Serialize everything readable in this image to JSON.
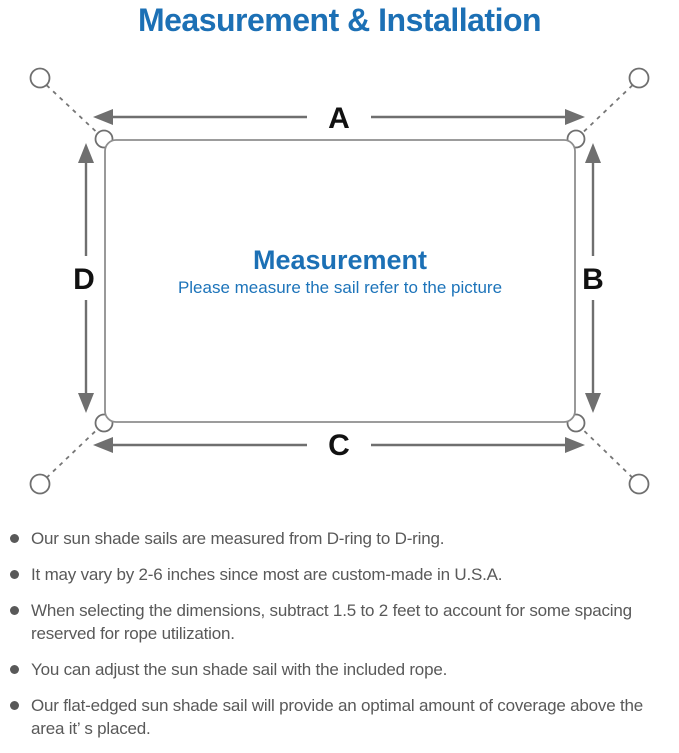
{
  "title": "Measurement & Installation",
  "diagram": {
    "labels": {
      "top": "A",
      "right": "B",
      "bottom": "C",
      "left": "D"
    },
    "center": {
      "heading": "Measurement",
      "subheading": "Please measure the sail refer to the picture"
    }
  },
  "notes": {
    "items": [
      "Our sun shade sails are measured from D-ring to D-ring.",
      "It may vary by 2-6 inches since most are custom-made in U.S.A.",
      "When selecting the dimensions, subtract 1.5 to 2 feet to account for some spacing reserved for rope utilization.",
      "You can adjust the sun shade sail with the included rope.",
      "Our flat-edged sun shade sail will provide an optimal amount of coverage above the area it’ s placed."
    ]
  },
  "colors": {
    "accent_blue": "#1c70b5",
    "line_gray": "#6f6f6f",
    "border_gray": "#8e8e8e",
    "text_gray": "#595959"
  }
}
